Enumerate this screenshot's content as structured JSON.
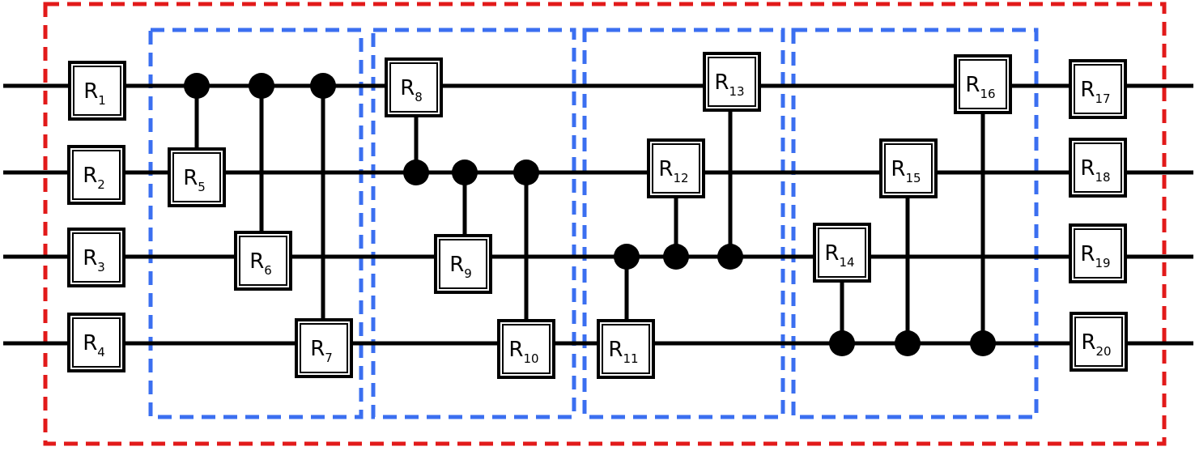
{
  "colors": {
    "outer_frame": "#e21a1a",
    "inner_frames": "#3b6ff0",
    "wire": "#000000",
    "gate_border": "#000000",
    "gate_fill": "#ffffff",
    "control": "#000000"
  },
  "diagram": {
    "wires": 4,
    "outer_frame": "dashed",
    "inner_frames": "dashed",
    "layers": [
      {
        "gates": [
          "R1",
          "R2",
          "R3",
          "R4"
        ]
      },
      {
        "gates": [
          "R5",
          "R6",
          "R7"
        ]
      },
      {
        "gates": [
          "R8",
          "R9",
          "R10"
        ]
      },
      {
        "gates": [
          "R11",
          "R12",
          "R13"
        ]
      },
      {
        "gates": [
          "R14",
          "R15",
          "R16"
        ]
      },
      {
        "gates": [
          "R17",
          "R18",
          "R19",
          "R20"
        ]
      }
    ],
    "gates": [
      {
        "id": "R1",
        "letter": "R",
        "sub": "1",
        "target": 1
      },
      {
        "id": "R2",
        "letter": "R",
        "sub": "2",
        "target": 2
      },
      {
        "id": "R3",
        "letter": "R",
        "sub": "3",
        "target": 3
      },
      {
        "id": "R4",
        "letter": "R",
        "sub": "4",
        "target": 4
      },
      {
        "id": "R5",
        "letter": "R",
        "sub": "5",
        "target": 2,
        "control": 1
      },
      {
        "id": "R6",
        "letter": "R",
        "sub": "6",
        "target": 3,
        "control": 1
      },
      {
        "id": "R7",
        "letter": "R",
        "sub": "7",
        "target": 4,
        "control": 1
      },
      {
        "id": "R8",
        "letter": "R",
        "sub": "8",
        "target": 1,
        "control": 2
      },
      {
        "id": "R9",
        "letter": "R",
        "sub": "9",
        "target": 3,
        "control": 2
      },
      {
        "id": "R10",
        "letter": "R",
        "sub": "10",
        "target": 4,
        "control": 2
      },
      {
        "id": "R11",
        "letter": "R",
        "sub": "11",
        "target": 4,
        "control": 3
      },
      {
        "id": "R12",
        "letter": "R",
        "sub": "12",
        "target": 2,
        "control": 3
      },
      {
        "id": "R13",
        "letter": "R",
        "sub": "13",
        "target": 1,
        "control": 3
      },
      {
        "id": "R14",
        "letter": "R",
        "sub": "14",
        "target": 3,
        "control": 4
      },
      {
        "id": "R15",
        "letter": "R",
        "sub": "15",
        "target": 2,
        "control": 4
      },
      {
        "id": "R16",
        "letter": "R",
        "sub": "16",
        "target": 1,
        "control": 4
      },
      {
        "id": "R17",
        "letter": "R",
        "sub": "17",
        "target": 1
      },
      {
        "id": "R18",
        "letter": "R",
        "sub": "18",
        "target": 2
      },
      {
        "id": "R19",
        "letter": "R",
        "sub": "19",
        "target": 3
      },
      {
        "id": "R20",
        "letter": "R",
        "sub": "20",
        "target": 4
      }
    ]
  }
}
